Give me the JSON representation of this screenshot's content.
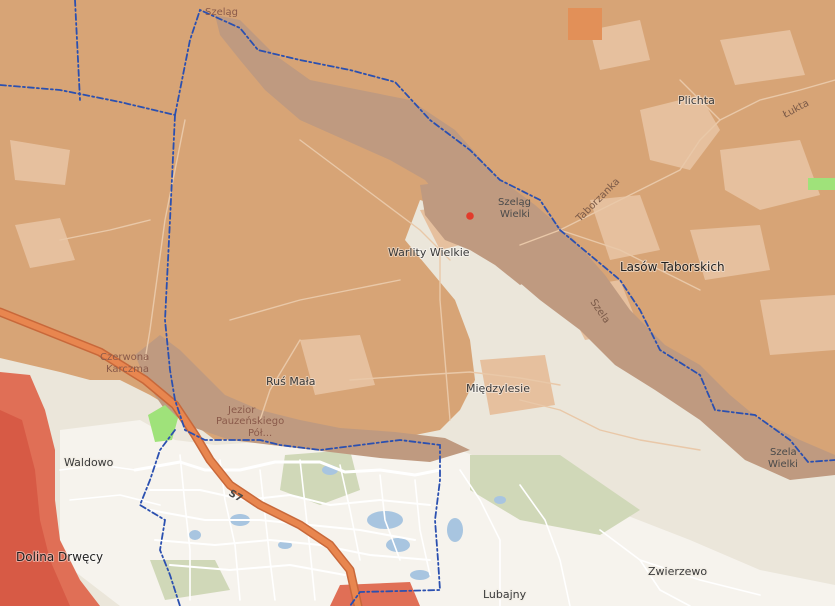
{
  "map": {
    "colors": {
      "base": "#ebe6da",
      "overlay": "#d7a476",
      "forest_brown": "#bf9a80",
      "light_patch": "#e6c09e",
      "urban_red": "#e06f56",
      "urban_red_dark": "#d75a45",
      "town": "#f6f3ed",
      "green": "#d0d8b8",
      "water": "#a8c5e0",
      "road": "#ffffff",
      "expressway": "#e8864f",
      "expressway_casing": "#c8683a",
      "admin_boundary": "#2b50b0",
      "marker": "#e23b2b",
      "bright_green": "#9fe27a",
      "top_orange": "#e29058"
    },
    "labels": {
      "szelag": "Szeląg",
      "plichta": "Plichta",
      "lukta": "Łukta",
      "taborzanka": "Taborzanka",
      "szelag_wielki_1": "Szeląg",
      "szelag_wielki_2": "Wielki",
      "warlity_wielkie": "Warlity Wielkie",
      "lasow_taborskich": "Lasów Taborskich",
      "szela": "Szela",
      "czerwona": "Czerwona",
      "karczma": "Karczma",
      "rus_mala": "Ruś Mała",
      "miedzylesie": "Międzylesie",
      "jezior_1": "Jezior",
      "jezior_2": "Pauzeńskiego",
      "jezior_3": "Pół...",
      "waldowo": "Waldowo",
      "s7": "S7",
      "szelag_right_1": "Szela",
      "szelag_right_2": "Wielki",
      "dolina_drwecy": "Dolina Drwęcy",
      "lubajny": "Lubajny",
      "zwierzewo": "Zwierzewo"
    }
  }
}
